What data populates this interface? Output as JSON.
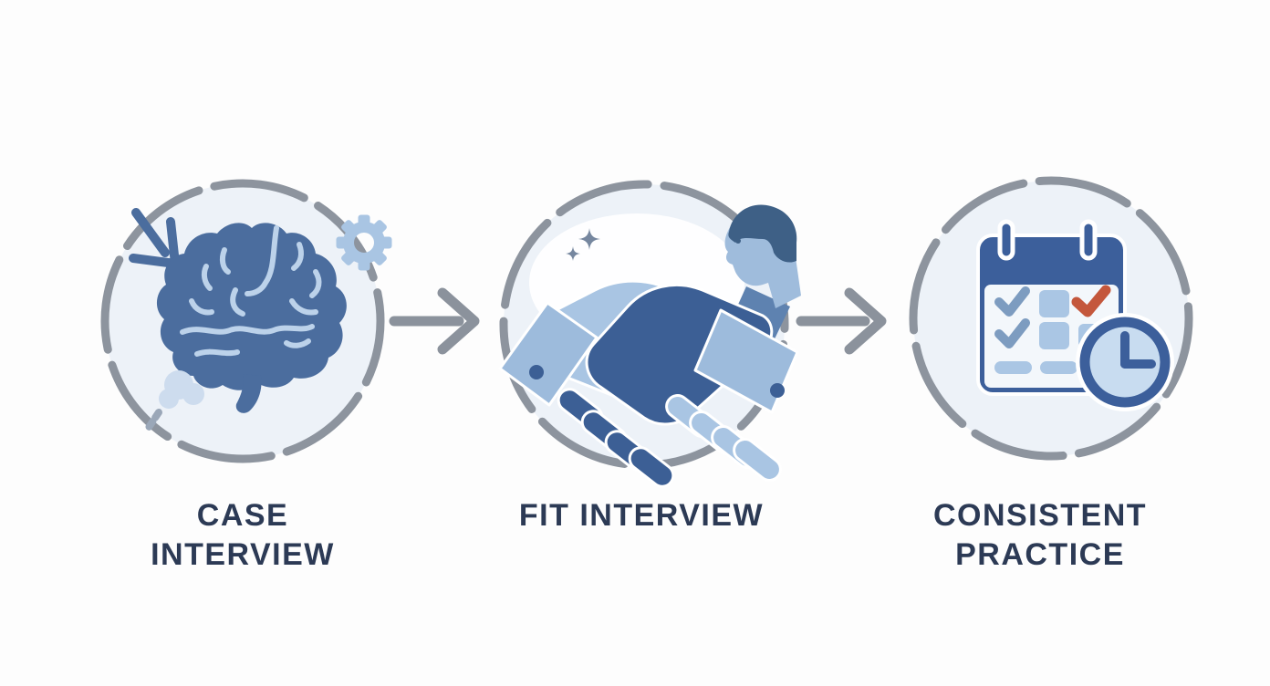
{
  "diagram": {
    "steps": [
      {
        "name": "case-interview",
        "icon": "brain-with-gear-icon",
        "label_lines": [
          "CASE",
          "INTERVIEW"
        ]
      },
      {
        "name": "fit-interview",
        "icon": "handshake-icon",
        "label_lines": [
          "FIT INTERVIEW"
        ]
      },
      {
        "name": "consistent-practice",
        "icon": "calendar-clock-icon",
        "label_lines": [
          "CONSISTENT",
          "PRACTICE"
        ]
      }
    ],
    "connector_icon": "arrow-right-icon"
  },
  "colors": {
    "background": "#fdfdfd",
    "circle_fill": "#edf2f8",
    "circle_border": "#8d949e",
    "arrow": "#8b929c",
    "icon_blue": "#4b6d9e",
    "icon_dark_blue": "#3c5f95",
    "icon_light_blue": "#a9c5e3",
    "cuff_blue": "#9dbbdc",
    "icon_pale_blue": "#cddcee",
    "hair_blue": "#3e6086",
    "skin_blue": "#9fbcdc",
    "sleeve_blue": "#5e82b0",
    "calendar_blue": "#3c5f9b",
    "clock_face": "#c8dcf0",
    "check_blue": "#7d9cc0",
    "square_blue": "#aac6e4",
    "check_red": "#c4573c",
    "fold_blue": "#bcd2ea",
    "sparkle_blue": "#76879f",
    "label_color": "#2c3a55",
    "handle_gray": "#9aa7b8"
  }
}
